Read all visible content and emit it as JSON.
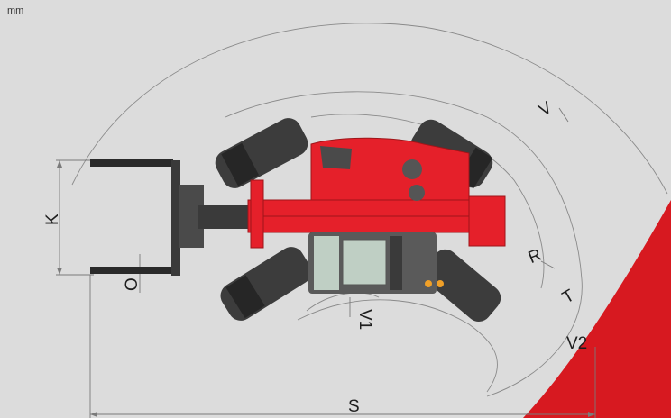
{
  "unit": "mm",
  "dimension_labels": {
    "V": "V",
    "R": "R",
    "T": "T",
    "V2": "V2",
    "S": "S",
    "K": "K",
    "O": "O",
    "V1": "V1"
  },
  "colors": {
    "background": "#dcdcdc",
    "machine_red": "#e5202a",
    "machine_dark_red": "#9e1519",
    "tyre": "#3c3c3c",
    "tyre_dark": "#262626",
    "cab_glass": "#bfcfc4",
    "accent_wedge": "#d71920",
    "dimension_line": "#7a7a7a",
    "light_orange": "#f0a028"
  }
}
